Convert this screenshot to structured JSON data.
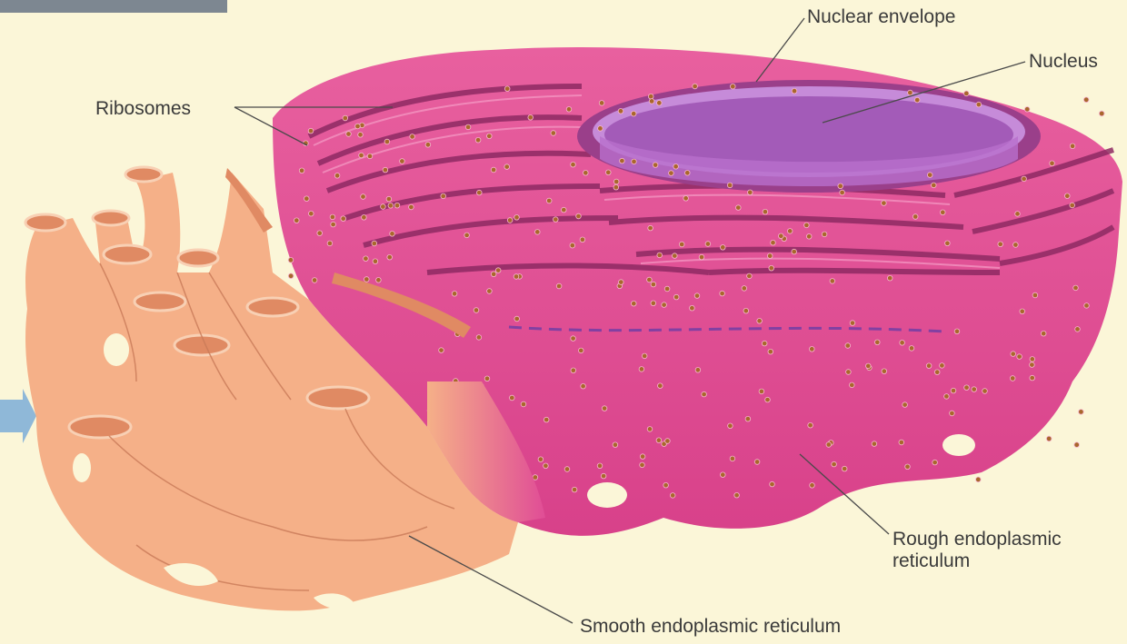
{
  "labels": {
    "nuclear_envelope": "Nuclear envelope",
    "nucleus": "Nucleus",
    "ribosomes": "Ribosomes",
    "rough_er_line1": "Rough endoplasmic",
    "rough_er_line2": "reticulum",
    "smooth_er": "Smooth endoplasmic reticulum"
  },
  "colors": {
    "background": "#fbf6d8",
    "smooth_er": "#f5b088",
    "smooth_er_dark": "#e08a63",
    "rough_er": "#e04d96",
    "rough_er_dark": "#a8306d",
    "nucleus": "#a35bb8",
    "ribosome": "#a9672c"
  }
}
